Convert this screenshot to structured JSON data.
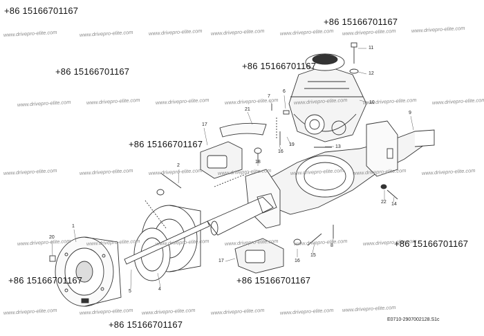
{
  "phone_number": "+86 15166701167",
  "watermark_text": "www.drivepro-elite.com",
  "drawing_code": "E0710-2907002128.S1c",
  "callouts": [
    "1",
    "2",
    "4",
    "5",
    "6",
    "7",
    "8",
    "9",
    "10",
    "11",
    "12",
    "13",
    "14",
    "15",
    "16",
    "16",
    "17",
    "17",
    "18",
    "19",
    "20",
    "21",
    "22"
  ],
  "colors": {
    "line": "#333333",
    "fill": "#f2f2f2",
    "text": "#111111",
    "watermark": "#8a8a8a"
  }
}
